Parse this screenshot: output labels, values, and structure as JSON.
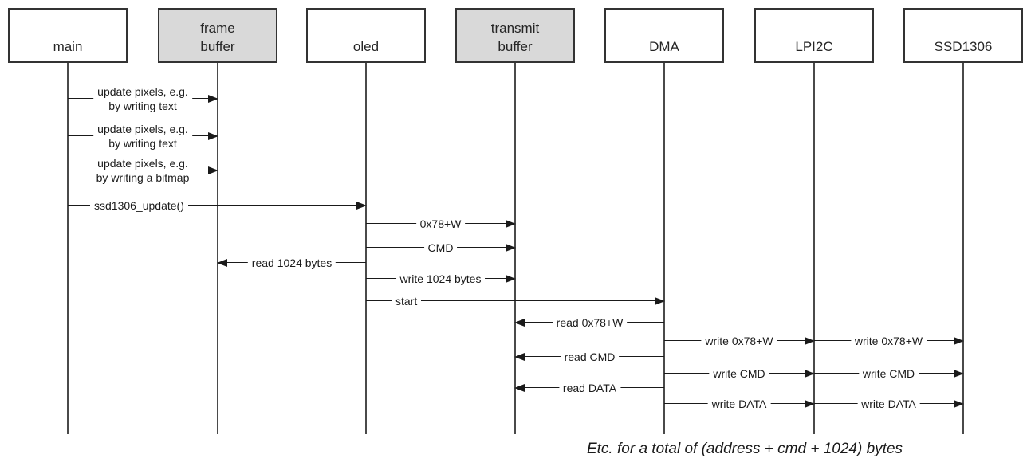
{
  "diagram": {
    "type": "sequence-diagram",
    "participants": [
      {
        "name": "main",
        "lines": [
          "main"
        ],
        "shaded": false
      },
      {
        "name": "frame buffer",
        "lines": [
          "frame",
          "buffer"
        ],
        "shaded": true
      },
      {
        "name": "oled",
        "lines": [
          "oled"
        ],
        "shaded": false
      },
      {
        "name": "transmit buffer",
        "lines": [
          "transmit",
          "buffer"
        ],
        "shaded": true
      },
      {
        "name": "DMA",
        "lines": [
          "DMA"
        ],
        "shaded": false
      },
      {
        "name": "LPI2C",
        "lines": [
          "LPI2C"
        ],
        "shaded": false
      },
      {
        "name": "SSD1306",
        "lines": [
          "SSD1306"
        ],
        "shaded": false
      }
    ],
    "messages": [
      {
        "from": "main",
        "to": "frame buffer",
        "label": "update pixels, e.g.",
        "label2": "by writing text"
      },
      {
        "from": "main",
        "to": "frame buffer",
        "label": "update pixels, e.g.",
        "label2": "by writing text"
      },
      {
        "from": "main",
        "to": "frame buffer",
        "label": "update pixels, e.g.",
        "label2": "by writing a bitmap"
      },
      {
        "from": "main",
        "to": "oled",
        "label": "ssd1306_update()"
      },
      {
        "from": "oled",
        "to": "transmit buffer",
        "label": "0x78+W"
      },
      {
        "from": "oled",
        "to": "transmit buffer",
        "label": "CMD"
      },
      {
        "from": "oled",
        "to": "frame buffer",
        "label": "read 1024 bytes"
      },
      {
        "from": "oled",
        "to": "transmit buffer",
        "label": "write 1024 bytes"
      },
      {
        "from": "oled",
        "to": "DMA",
        "label": "start"
      },
      {
        "from": "DMA",
        "to": "transmit buffer",
        "label": "read 0x78+W"
      },
      {
        "from": "DMA",
        "to": "LPI2C",
        "label": "write 0x78+W"
      },
      {
        "from": "DMA",
        "to": "transmit buffer",
        "label": "read CMD"
      },
      {
        "from": "DMA",
        "to": "LPI2C",
        "label": "write CMD"
      },
      {
        "from": "DMA",
        "to": "transmit buffer",
        "label": "read DATA"
      },
      {
        "from": "DMA",
        "to": "LPI2C",
        "label": "write DATA"
      },
      {
        "from": "LPI2C",
        "to": "SSD1306",
        "label": "write 0x78+W"
      },
      {
        "from": "LPI2C",
        "to": "SSD1306",
        "label": "write CMD"
      },
      {
        "from": "LPI2C",
        "to": "SSD1306",
        "label": "write DATA"
      }
    ],
    "note": "Etc. for a total of (address + cmd + 1024) bytes",
    "colors": {
      "shaded_box_fill": "#d9d9d9",
      "plain_box_fill": "#ffffff",
      "box_border": "#333333",
      "arrow": "#1a1a1a",
      "lifeline": "#4a4a4a",
      "text": "#262626"
    }
  }
}
